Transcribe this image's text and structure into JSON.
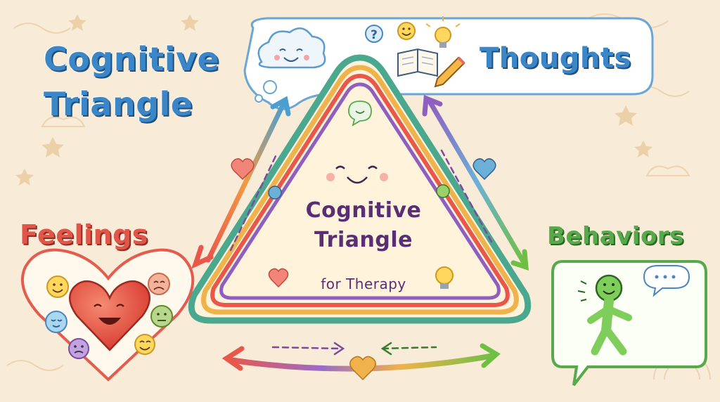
{
  "title": {
    "line1": "Cognitive",
    "line2": "Triangle"
  },
  "nodes": {
    "thoughts": "Thoughts",
    "feelings": "Feelings",
    "behaviors": "Behaviors"
  },
  "center": {
    "line1": "Cognitive",
    "line2": "Triangle",
    "subtitle": "for Therapy"
  },
  "colors": {
    "background": "#f8ecd8",
    "thoughts_blue": "#3b86c6",
    "feelings_red": "#e0574a",
    "behaviors_green": "#58a94b",
    "center_purple": "#5a2e74"
  },
  "icons": {
    "thoughts_bubble": [
      "smiling-cloud-icon",
      "question-mark-icon",
      "smiley-icon",
      "lightbulb-icon",
      "open-book-icon",
      "pencil-icon"
    ],
    "feelings_heart": [
      "happy-heart-icon",
      "smiley-icon",
      "sad-face-icon",
      "calm-face-icon",
      "neutral-face-icon",
      "grin-face-icon",
      "worried-face-icon"
    ],
    "behaviors_bubble": [
      "walking-person-icon",
      "speech-bubble-icon"
    ]
  }
}
